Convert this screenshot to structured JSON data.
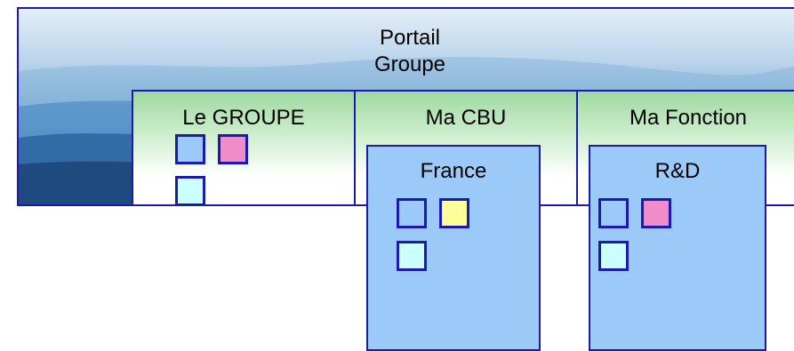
{
  "banner": {
    "title": "Portail\nGroupe"
  },
  "columns": [
    {
      "label": "Le GROUPE"
    },
    {
      "label": "Ma CBU"
    },
    {
      "label": "Ma Fonction"
    }
  ],
  "panels": [
    {
      "label": "France"
    },
    {
      "label": "R&D"
    }
  ],
  "colors": {
    "border": "#1a1ab0",
    "blue_square": "#9ccaf8",
    "pink_square": "#f08cc8",
    "yellow_square": "#ffff99",
    "cyan_square": "#ccffff",
    "header_green": "#9fd9a0",
    "panel_blue": "#9ccaf8"
  }
}
